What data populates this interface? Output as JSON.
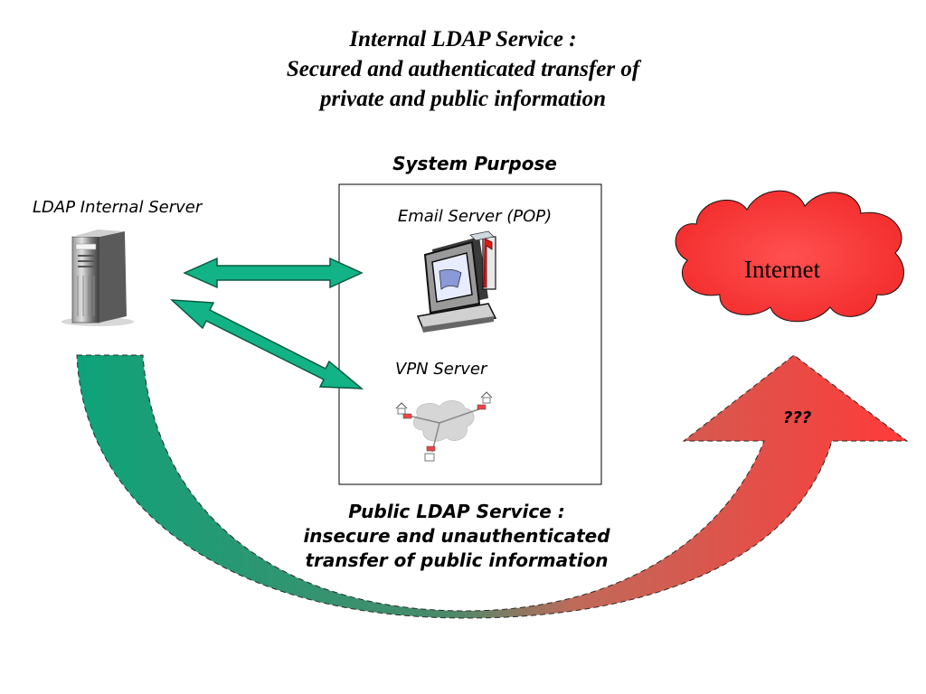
{
  "header": {
    "line1": "Internal LDAP Service :",
    "line2": "Secured and authenticated transfer of",
    "line3": "private and public information"
  },
  "system_purpose": {
    "title": "System Purpose",
    "email_label": "Email Server (POP)",
    "vpn_label": "VPN Server"
  },
  "ldap_server": {
    "label": "LDAP Internal Server"
  },
  "internet": {
    "label": "Internet",
    "color": "#f53a3a"
  },
  "unknown_marker": "???",
  "public_service": {
    "line1": "Public LDAP Service :",
    "line2": "insecure and unauthenticated",
    "line3": "transfer of public information"
  },
  "colors": {
    "arrow_green": "#12b386",
    "curve_start": "#0ea37a",
    "curve_end": "#ff3a3a"
  }
}
